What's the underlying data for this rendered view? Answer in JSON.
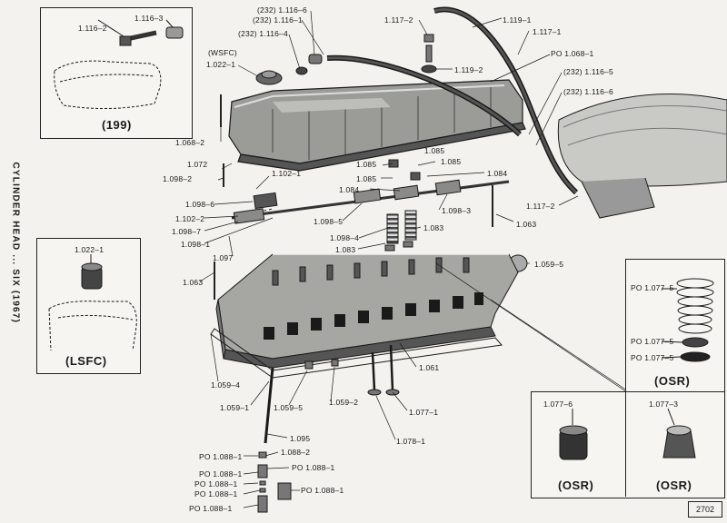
{
  "diagram": {
    "vertical_title": "CYLINDER HEAD ... SIX (1967)",
    "page_number": "2702",
    "insets": {
      "top_left_caption": "(199)",
      "left_caption": "(LSFC)",
      "right_upper_caption": "(OSR)",
      "bottom_mid_caption": "(OSR)",
      "bottom_right_caption": "(OSR)"
    },
    "labels": {
      "l_1116_2": "1.116–2",
      "l_1116_3": "1.116–3",
      "l_232_1116_6": "(232) 1.116–6",
      "l_232_1116_1": "(232) 1.116–1",
      "l_232_1116_4": "(232) 1.116–4",
      "l_wsfc": "(WSFC)",
      "l_1022_1": "1.022–1",
      "l_1117_2_top": "1.117–2",
      "l_1119_1": "1.119–1",
      "l_1117_1": "1.117–1",
      "l_po_1068_1": "PO 1.068–1",
      "l_1119_2": "1.119–2",
      "l_232_1116_5": "(232) 1.116–5",
      "l_232_1116_6b": "(232) 1.116–6",
      "l_1068_2": "1.068–2",
      "l_1072": "1.072",
      "l_1098_2": "1.098–2",
      "l_1102_1": "1.102–1",
      "l_1085_a": "1.085",
      "l_1085_b": "1.085",
      "l_1085_c": "1.085",
      "l_1085_d": "1.085",
      "l_1084_a": "1.084",
      "l_1084_b": "1.084",
      "l_1098_6": "1.098–6",
      "l_1102_2": "1.102–2",
      "l_1098_7": "1.098–7",
      "l_1098_1": "1.098–1",
      "l_1097": "1.097",
      "l_1098_5": "1.098–5",
      "l_1098_4": "1.098–4",
      "l_1083_a": "1.083",
      "l_1083_b": "1.083",
      "l_1098_3": "1.098–3",
      "l_1063_a": "1.063",
      "l_1063_b": "1.063",
      "l_1117_2_right": "1.117–2",
      "l_1059_5_right": "1.059–5",
      "l_1022_1_inset": "1.022–1",
      "l_po_1077_5_a": "PO 1.077–5",
      "l_po_1077_5_b": "PO 1.077–5",
      "l_po_1077_5_c": "PO 1.077–5",
      "l_1059_4": "1.059–4",
      "l_1061": "1.061",
      "l_1059_1": "1.059–1",
      "l_1059_5": "1.059–5",
      "l_1059_2": "1.059–2",
      "l_1077_1": "1.077–1",
      "l_1078_1": "1.078–1",
      "l_1095": "1.095",
      "l_1077_6": "1.077–6",
      "l_1077_3": "1.077–3",
      "l_po_1088_1_a": "PO 1.088–1",
      "l_1088_2": "1.088–2",
      "l_po_1088_1_b": "PO 1.088–1",
      "l_po_1088_1_c": "PO 1.088–1",
      "l_po_1088_1_d": "PO 1.088–1",
      "l_po_1088_1_e": "PO 1.088–1",
      "l_po_1088_1_f": "PO 1.088–1",
      "l_po_1088_1_g": "PO 1.088–1"
    }
  }
}
